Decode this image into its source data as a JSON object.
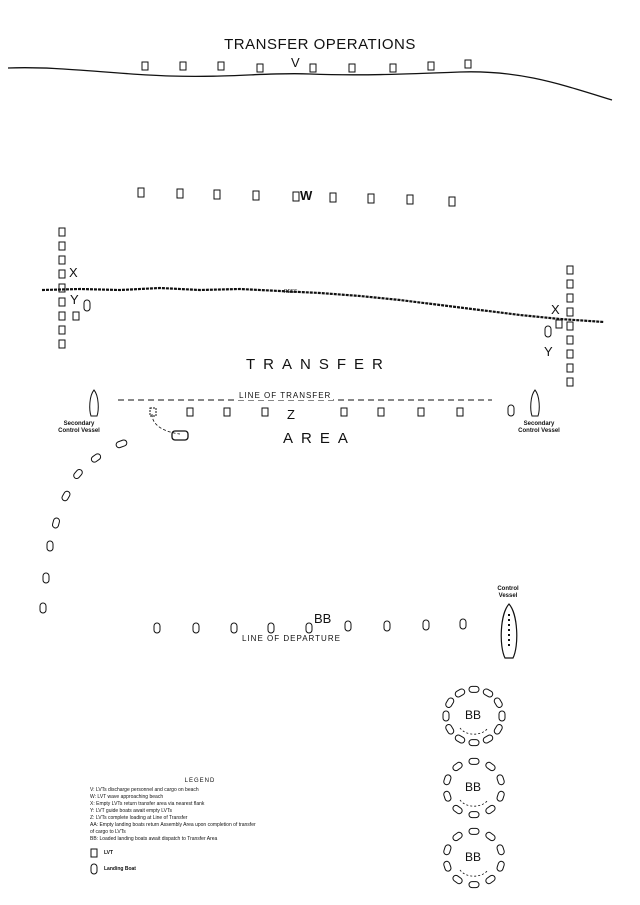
{
  "title": "TRANSFER OPERATIONS",
  "labels": {
    "v": "V",
    "w": "W",
    "x_left": "X",
    "y_left": "Y",
    "x_right": "X",
    "y_right": "Y",
    "transfer": "TRANSFER",
    "area": "AREA",
    "z": "Z",
    "line_of_transfer": "LINE OF TRANSFER",
    "reef": "REEF",
    "bb_line": "BB",
    "line_of_departure": "LINE OF DEPARTURE",
    "bb_1": "BB",
    "bb_2": "BB",
    "bb_3": "BB"
  },
  "vessels": {
    "secondary_left": "Secondary Control Vessel",
    "secondary_right": "Secondary Control Vessel",
    "control": "Control Vessel"
  },
  "legend": {
    "title": "LEGEND",
    "items": [
      "V: LVTs discharge personnel and cargo on beach",
      "W: LVT wave approaching beach",
      "X: Empty LVTs return transfer area via nearest flank",
      "Y: LVT guide boats await empty LVTs",
      "Z: LVTs complete loading at Line of Transfer",
      "AA: Empty landing boats return Assembly Area upon completion of transfer of cargo to LVTs",
      "BB: Loaded landing boats await dispatch to Transfer Area"
    ],
    "symbol_lvt": "LVT",
    "symbol_boat": "Landing Boat"
  }
}
